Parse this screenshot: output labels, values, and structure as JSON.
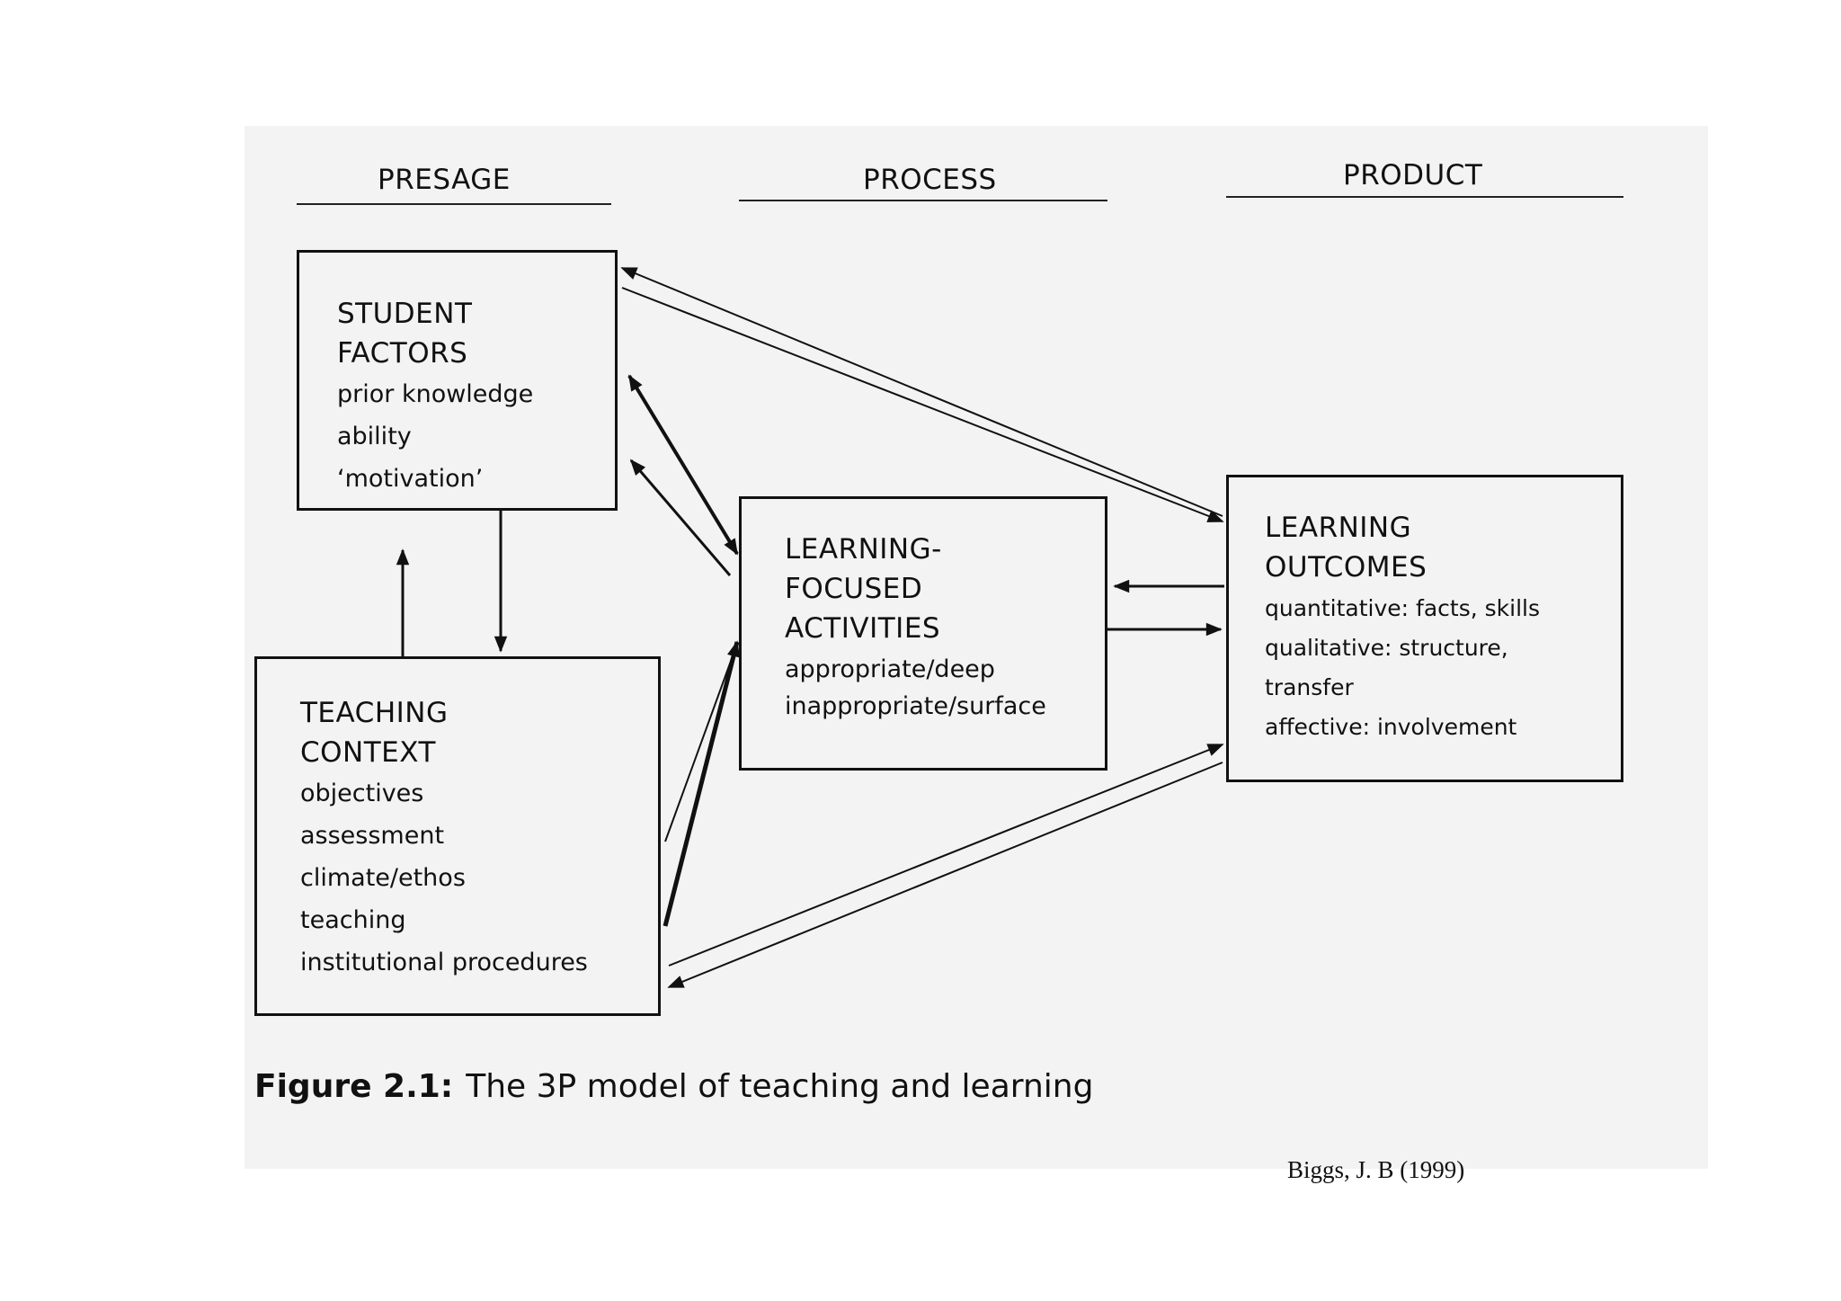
{
  "headers": {
    "presage": "PRESAGE",
    "process": "PROCESS",
    "product": "PRODUCT"
  },
  "boxes": {
    "student_factors": {
      "heading": [
        "STUDENT",
        "FACTORS"
      ],
      "items": [
        "prior knowledge",
        "ability",
        "‘motivation’"
      ]
    },
    "teaching_context": {
      "heading": [
        "TEACHING",
        "CONTEXT"
      ],
      "items": [
        "objectives",
        "assessment",
        "climate/ethos",
        "teaching",
        "institutional procedures"
      ]
    },
    "learning_activities": {
      "heading": [
        "LEARNING-",
        "FOCUSED",
        "ACTIVITIES"
      ],
      "items": [
        "appropriate/deep",
        "inappropriate/surface"
      ]
    },
    "learning_outcomes": {
      "heading": [
        "LEARNING",
        "OUTCOMES"
      ],
      "items": [
        "quantitative: facts, skills",
        "qualitative: structure,",
        "transfer",
        "affective: involvement"
      ]
    }
  },
  "caption": {
    "number": "Figure 2.1:",
    "text": "The 3P model of teaching and learning"
  },
  "citation": "Biggs, J. B (1999)",
  "colors": {
    "ink": "#111111",
    "scan_background": "#f3f3f3",
    "page_background": "#ffffff"
  }
}
